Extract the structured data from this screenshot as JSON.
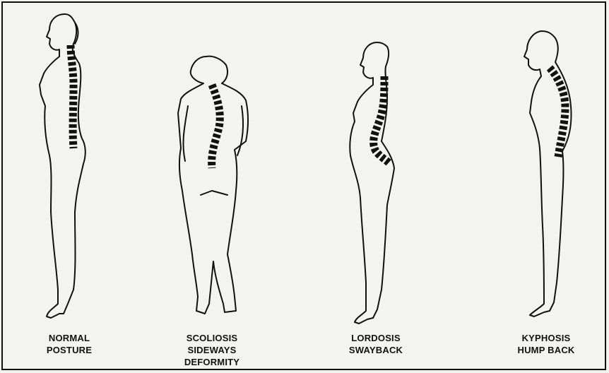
{
  "figures": [
    {
      "id": "normal",
      "caption": [
        "NORMAL",
        "POSTURE"
      ]
    },
    {
      "id": "scoliosis",
      "caption": [
        "SCOLIOSIS",
        "SIDEWAYS",
        "DEFORMITY"
      ]
    },
    {
      "id": "lordosis",
      "caption": [
        "LORDOSIS",
        "SWAYBACK"
      ]
    },
    {
      "id": "kyphosis",
      "caption": [
        "KYPHOSIS",
        "HUMP BACK"
      ]
    }
  ],
  "colors": {
    "line": "#111111",
    "spine": "#111111",
    "paper": "#f3f3f1"
  }
}
